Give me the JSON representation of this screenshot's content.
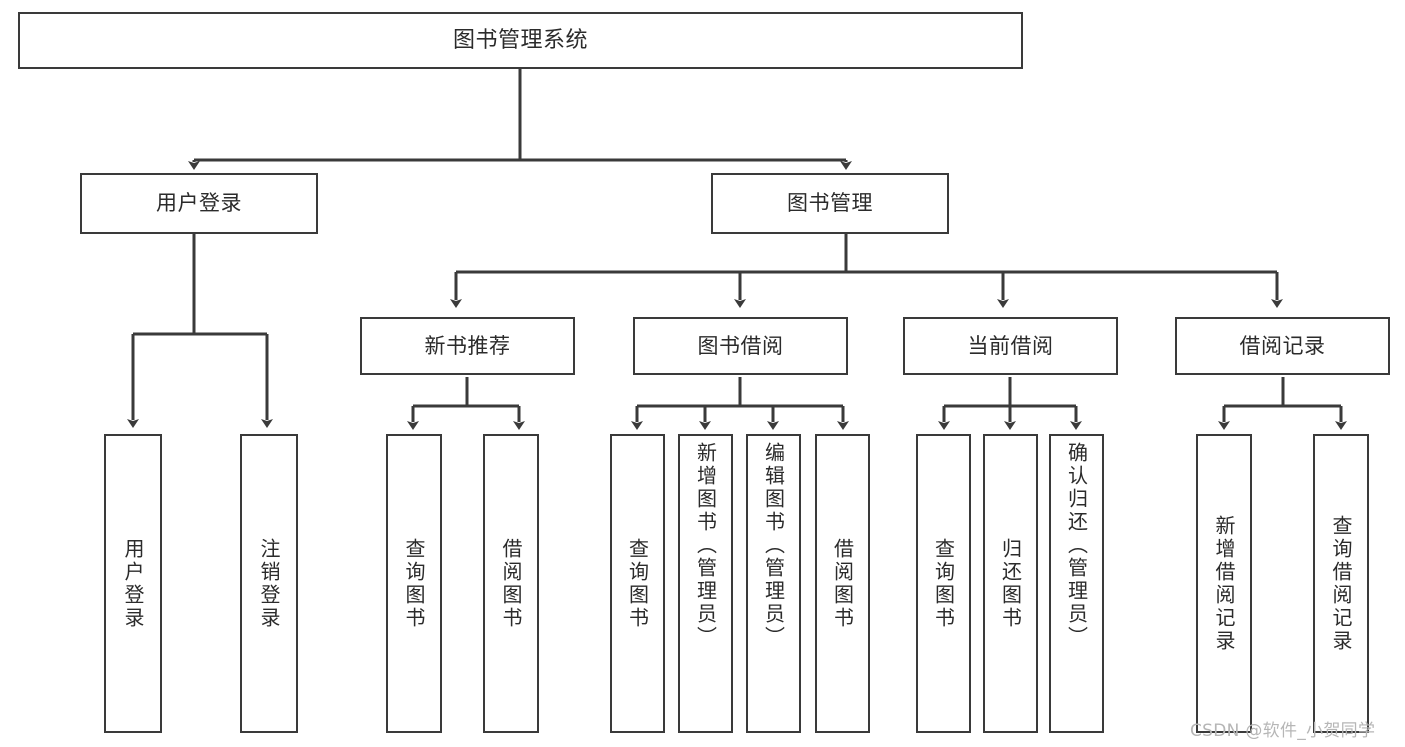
{
  "diagram": {
    "type": "tree",
    "title": "图书管理系统",
    "theme": {
      "background": "#ffffff",
      "box_border": "#3a3a3a",
      "box_fill": "#ffffff",
      "text": "#2b2b2b",
      "connector": "#3a3a3a",
      "watermark": "#b6b6b6"
    },
    "root": {
      "label": "图书管理系统"
    },
    "level2": [
      {
        "label": "用户登录"
      },
      {
        "label": "图书管理"
      }
    ],
    "level3": [
      {
        "label": "新书推荐"
      },
      {
        "label": "图书借阅"
      },
      {
        "label": "当前借阅"
      },
      {
        "label": "借阅记录"
      }
    ],
    "leaves": {
      "user_login": [
        {
          "label": "用户登录"
        },
        {
          "label": "注销登录"
        }
      ],
      "new_book_recommend": [
        {
          "label": "查询图书"
        },
        {
          "label": "借阅图书"
        }
      ],
      "book_borrow": [
        {
          "label": "查询图书"
        },
        {
          "label": "新增图书（管理员）"
        },
        {
          "label": "编辑图书（管理员）"
        },
        {
          "label": "借阅图书"
        }
      ],
      "current_borrow": [
        {
          "label": "查询图书"
        },
        {
          "label": "归还图书"
        },
        {
          "label": "确认归还（管理员）"
        }
      ],
      "borrow_record": [
        {
          "label": "新增借阅记录"
        },
        {
          "label": "查询借阅记录"
        }
      ]
    },
    "watermark": "CSDN @软件_小贺同学"
  }
}
